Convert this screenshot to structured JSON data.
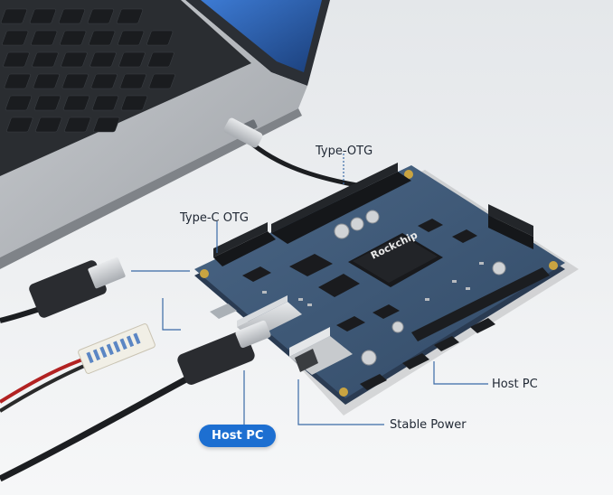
{
  "labels": {
    "type_otg": "Type-OTG",
    "type_c_otg": "Type-C OTG",
    "host_pc_right": "Host PC",
    "stable_power": "Stable Power",
    "host_pc_pill": "Host PC"
  },
  "board": {
    "soc_marking": "Rockchip"
  },
  "colors": {
    "board": "#3d5674",
    "accent_pill": "#1d6fd1",
    "callout_line": "#3a6aa6"
  },
  "icons": [
    "usb-a-plug-icon",
    "usb-c-plug-icon",
    "ribbon-connector-icon",
    "ethernet-jack-icon"
  ]
}
